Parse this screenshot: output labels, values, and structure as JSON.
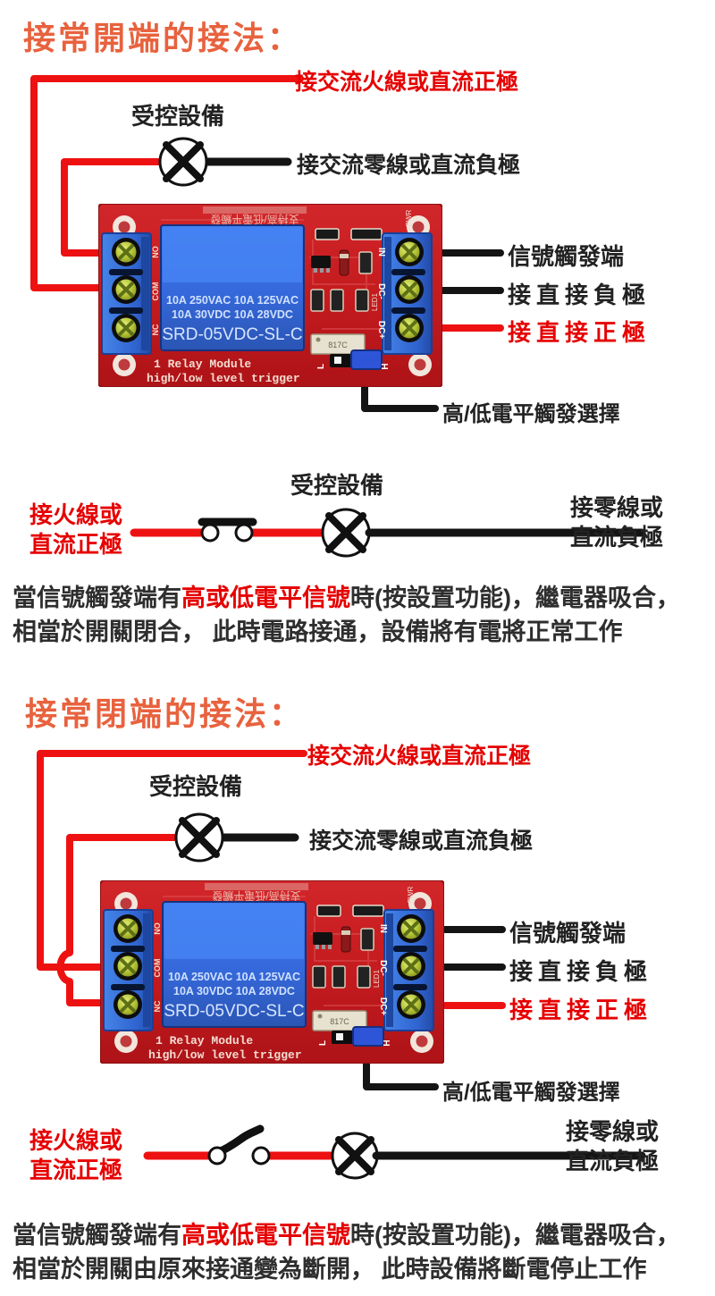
{
  "colors": {
    "title_orange": "#e8623e",
    "text_red": "#e60000",
    "wire_red": "#ee1111",
    "wire_black": "#141414",
    "board_red": "#c41b1f",
    "relay_blue": "#2f63d0",
    "terminal_blue": "#3a77dd"
  },
  "sec1": {
    "title": "接常開端的接法：",
    "label_live": "接交流火線或直流正極",
    "label_device": "受控設備",
    "label_neutral": "接交流零線或直流負極",
    "label_signal": "信號觸發端",
    "label_dc_minus": "接直接負極",
    "label_dc_plus": "接直接正極",
    "label_jumper": "高/低電平觸發選擇",
    "mid_device": "受控設備",
    "mid_left1": "接火線或",
    "mid_left2": "直流正極",
    "mid_right1": "接零線或",
    "mid_right2": "直流負極",
    "para_pre": "當信號觸發端有",
    "para_red": "高或低電平信號",
    "para_post": "時(按設置功能)，繼電器吸合，",
    "para_line2": "相當於開關閉合， 此時電路接通，設備將有電將正常工作"
  },
  "sec2": {
    "title": "接常閉端的接法：",
    "label_live": "接交流火線或直流正極",
    "label_device": "受控設備",
    "label_neutral": "接交流零線或直流負極",
    "label_signal": "信號觸發端",
    "label_dc_minus": "接直接負極",
    "label_dc_plus": "接直接正極",
    "label_jumper": "高/低電平觸發選擇",
    "mid_left1": "接火線或",
    "mid_left2": "直流正極",
    "mid_right1": "接零線或",
    "mid_right2": "直流負極",
    "para_pre": "當信號觸發端有",
    "para_red": "高或低電平信號",
    "para_post": "時(按設置功能)，繼電器吸合，",
    "para_line2": "相當於開關由原來接通變為斷開， 此時設備將斷電停止工作"
  },
  "module": {
    "relay_line1": "10A 250VAC  10A 125VAC",
    "relay_line2": "10A  30VDC  10A  28VDC",
    "relay_line3": "SRD-05VDC-SL-C",
    "board_line1": "1 Relay  Module",
    "board_line2": "high/low level trigger",
    "silkscreen_top": "支持高/低電平觸發",
    "pin_in": "IN",
    "pin_dc_minus": "DC-",
    "pin_dc_plus": "DC+",
    "pin_no": "NO",
    "pin_com": "COM",
    "pin_nc": "NC",
    "jumper_l": "L",
    "jumper_h": "H",
    "pwr": "PWR",
    "led": "LED1",
    "opto": "817C"
  }
}
